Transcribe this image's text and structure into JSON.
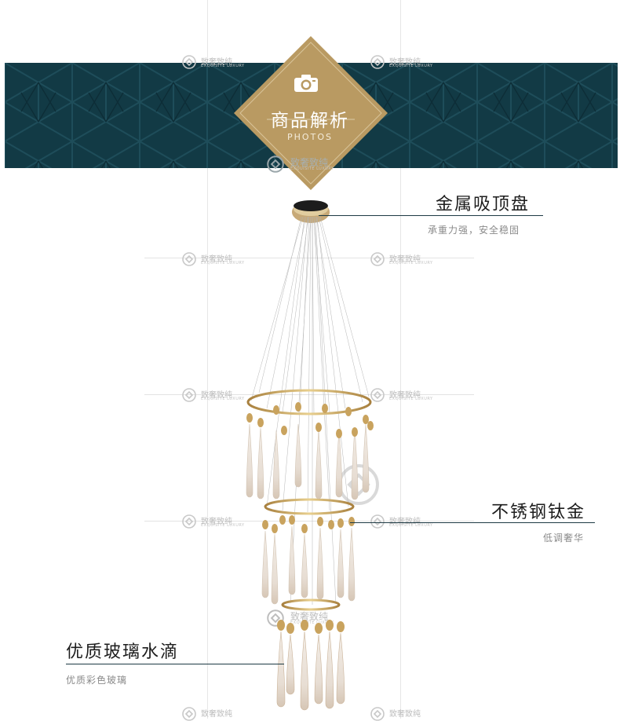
{
  "banner": {
    "title": "商品解析",
    "subtitle": "PHOTOS",
    "camera_icon": "camera-icon",
    "background_color": "#123a45",
    "badge_color": "#b99a62"
  },
  "watermark": {
    "brand_cn": "致奢致纯",
    "brand_en": "EXQUISITE LUXURY"
  },
  "annotations": [
    {
      "title": "金属吸顶盘",
      "subtitle": "承重力强，安全稳固"
    },
    {
      "title": "不锈钢钛金",
      "subtitle": "低调奢华"
    },
    {
      "title": "优质玻璃水滴",
      "subtitle": "优质彩色玻璃"
    }
  ]
}
